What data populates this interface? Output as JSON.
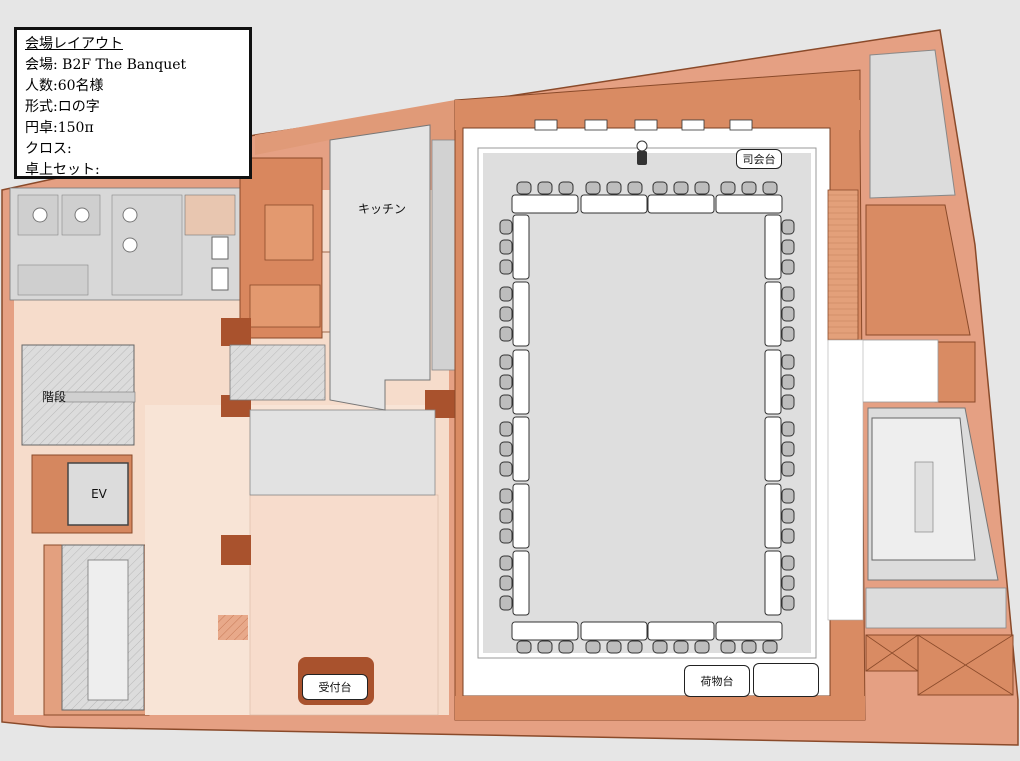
{
  "info": {
    "title": "会場レイアウト",
    "venue": "会場: B2F The Banquet",
    "people": "人数:60名様",
    "style": "形式:ロの字",
    "table": "円卓:150π",
    "cloth": "クロス:",
    "tabletop": "卓上セット:"
  },
  "rooms": {
    "kitchen": "キッチン",
    "stairs": "階段",
    "ev": "EV"
  },
  "stations": {
    "mc": "司会台",
    "reception": "受付台",
    "luggage": "荷物台"
  },
  "colors": {
    "outer_wall": "#e5a083",
    "inner_wall": "#d98b63",
    "floor_light": "#f6dccb",
    "floor_lighter": "#f8e4d6",
    "gray_room": "#dcdcdc",
    "hall_floor": "#dedede",
    "hall_carpet": "#ffffff",
    "dark_block": "#a9522d",
    "chair": "#bdbdbd"
  }
}
